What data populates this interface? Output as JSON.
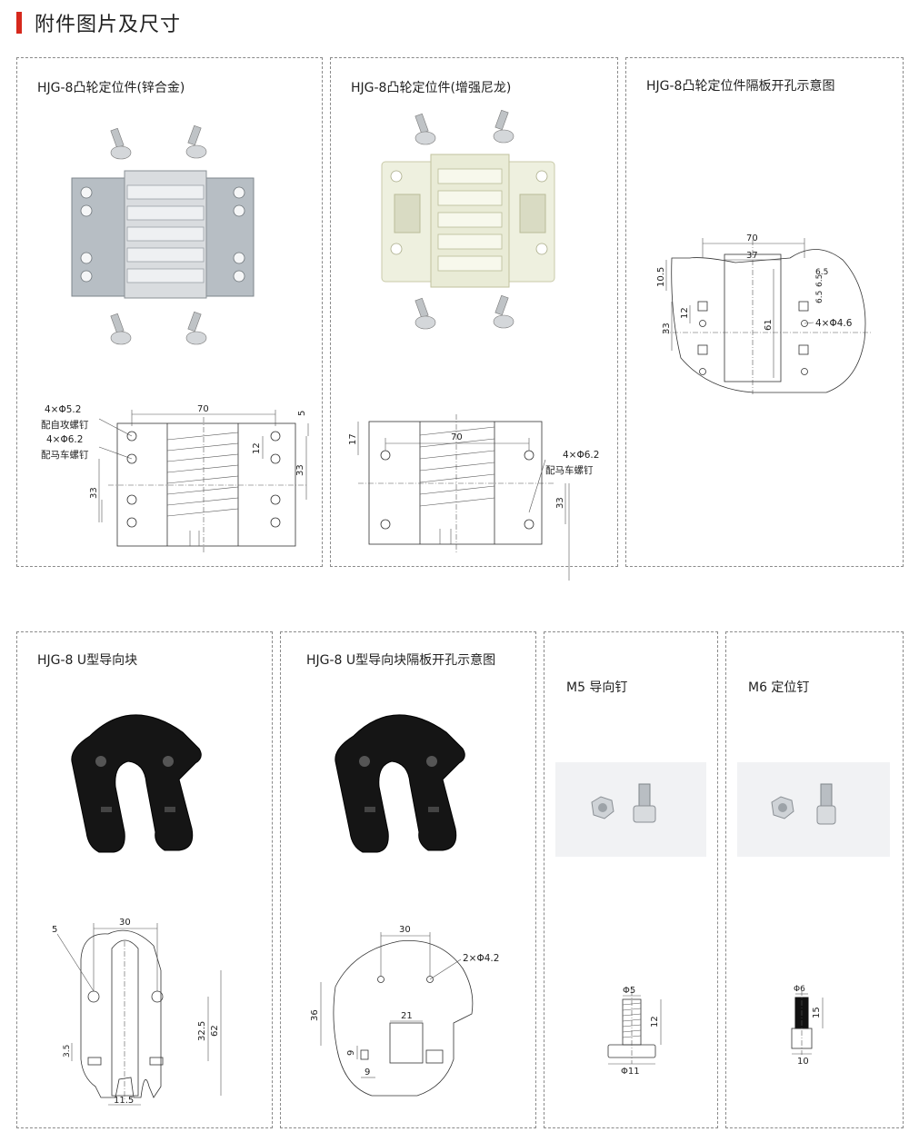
{
  "header": {
    "title": "附件图片及尺寸",
    "accent_color": "#d6281c"
  },
  "panels": {
    "p1": {
      "title": "HJG-8凸轮定位件(锌合金)",
      "dims": {
        "width": "70",
        "top": "5",
        "hole": "12",
        "right_v": "33",
        "left_v": "33"
      },
      "notes": {
        "n1": "4×Φ5.2",
        "n2": "配自攻螺钉",
        "n3": "4×Φ6.2",
        "n4": "配马车螺钉"
      }
    },
    "p2": {
      "title": "HJG-8凸轮定位件(增强尼龙)",
      "dims": {
        "width": "70",
        "left_v": "17",
        "right_v": "33"
      },
      "notes": {
        "n1": "4×Φ6.2",
        "n2": "配马车螺钉"
      }
    },
    "p3": {
      "title": "HJG-8凸轮定位件隔板开孔示意图",
      "dims": {
        "outer": "70",
        "inner": "37",
        "top_off": "10.5",
        "d12": "12",
        "d33": "33",
        "d61": "61",
        "d65a": "6.5",
        "d65b": "6.5",
        "holes": "4×Φ4.6"
      }
    },
    "p4": {
      "title": "HJG-8 U型导向块",
      "dims": {
        "d5": "5",
        "d30": "30",
        "d35": "3.5",
        "d325": "32.5",
        "d62": "62",
        "d115": "11.5"
      }
    },
    "p5": {
      "title": "HJG-8 U型导向块隔板开孔示意图",
      "dims": {
        "d30": "30",
        "holes": "2×Φ4.2",
        "d36": "36",
        "d21": "21",
        "d9a": "9",
        "d9b": "9"
      }
    },
    "p6": {
      "title": "M5 导向钉",
      "dims": {
        "dia": "Φ5",
        "len": "12",
        "head": "Φ11"
      }
    },
    "p7": {
      "title": "M6 定位钉",
      "dims": {
        "dia": "Φ6",
        "len": "15",
        "base": "10"
      }
    }
  }
}
